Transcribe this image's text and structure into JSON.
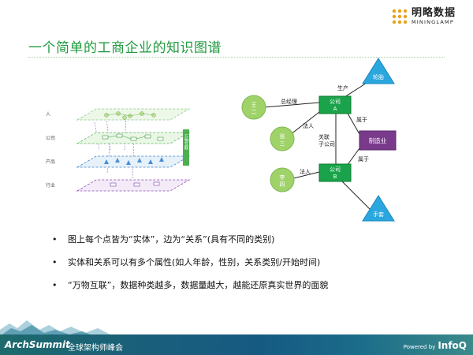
{
  "header": {
    "logo_cn": "明略数据",
    "logo_en": "MININGLAMP"
  },
  "slide": {
    "title": "一个简单的工商企业的知识图谱"
  },
  "layers": {
    "labels": [
      "人",
      "公司",
      "产品",
      "行业"
    ],
    "side_box_label": "万物互联"
  },
  "graph": {
    "nodes": {
      "wang": "王二",
      "zhang": "张三",
      "li": "李四",
      "company_a": "公司\nA",
      "company_b": "公司\nB",
      "manufacturing": "制造业",
      "tire": "轮胎",
      "glove": "手套"
    },
    "edges": {
      "gm": "总经理",
      "legal_a": "法人",
      "legal_b": "法人",
      "produce": "生产",
      "belong_a": "属于",
      "belong_b": "属于",
      "related": "关联\n子公司"
    }
  },
  "bullets": [
    "图上每个点皆为“实体”，边为“关系”(具有不同的类别)",
    "实体和关系可以有多个属性(如人年龄，性别，关系类别/开始时间)",
    "“万物互联”，数据种类越多，数据量越大，越能还原真实世界的面貌"
  ],
  "footer": {
    "brand": "ArchSummit",
    "subtitle": "全球架构师峰会",
    "powered": "Powered by",
    "infoq": "InfoQ"
  },
  "colors": {
    "title_green": "#1f9a3e",
    "node_green": "#9fd36a",
    "company_green": "#1aa34a",
    "purple": "#7a3a8c",
    "triangle_blue": "#2aa7de"
  }
}
